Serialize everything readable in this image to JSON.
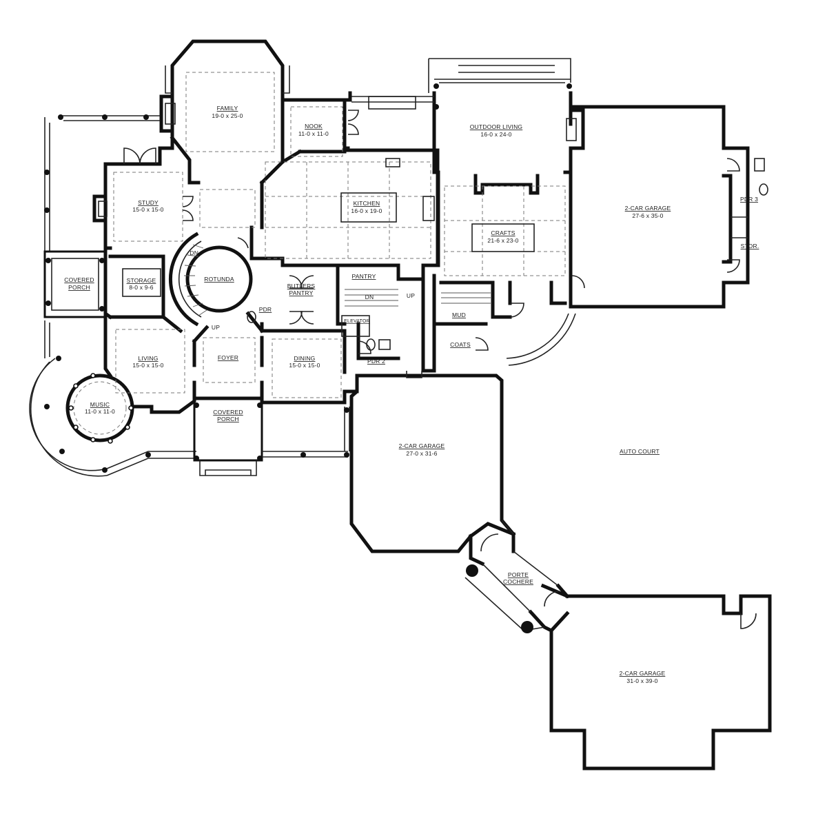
{
  "rooms": {
    "family": {
      "name": "FAMILY",
      "size": "19-0 x 25-0"
    },
    "nook": {
      "name": "NOOK",
      "size": "11-0 x 11-0"
    },
    "outdoor_living": {
      "name": "OUTDOOR LIVING",
      "size": "16-0 x 24-0"
    },
    "garage_east": {
      "name": "2-CAR GARAGE",
      "size": "27-6 x 35-0"
    },
    "pdr3": {
      "name": "PDR 3"
    },
    "stor": {
      "name": "STOR."
    },
    "study": {
      "name": "STUDY",
      "size": "15-0 x 15-0"
    },
    "kitchen": {
      "name": "KITCHEN",
      "size": "16-0 x 19-0"
    },
    "crafts": {
      "name": "CRAFTS",
      "size": "21-6 x 23-0"
    },
    "covered_porch_west": {
      "name": "COVERED",
      "name2": "PORCH"
    },
    "storage": {
      "name": "STORAGE",
      "size": "8-0 x 9-6"
    },
    "rotunda": {
      "name": "ROTUNDA"
    },
    "butlers_pantry": {
      "name": "BUTLERS",
      "name2": "PANTRY"
    },
    "pantry": {
      "name": "PANTRY"
    },
    "pdr": {
      "name": "PDR"
    },
    "elevator": {
      "name": "ELEVATOR"
    },
    "mud": {
      "name": "MUD"
    },
    "coats": {
      "name": "COATS"
    },
    "pdr2": {
      "name": "PDR 2"
    },
    "living": {
      "name": "LIVING",
      "size": "15-0 x 15-0"
    },
    "foyer": {
      "name": "FOYER"
    },
    "dining": {
      "name": "DINING",
      "size": "15-0 x 15-0"
    },
    "music": {
      "name": "MUSIC",
      "size": "11-0 x 11-0"
    },
    "covered_porch_front": {
      "name": "COVERED",
      "name2": "PORCH"
    },
    "garage_middle": {
      "name": "2-CAR GARAGE",
      "size": "27-0 x 31-6"
    },
    "auto_court": {
      "name": "AUTO COURT"
    },
    "porte_cochere": {
      "name": "PORTE",
      "name2": "COCHERE"
    },
    "garage_south": {
      "name": "2-CAR GARAGE",
      "size": "31-0 x 39-0"
    }
  },
  "stair_marks": {
    "dn": "DN.",
    "up_rotunda": "UP",
    "up_back": "UP",
    "dn_back": "DN"
  }
}
